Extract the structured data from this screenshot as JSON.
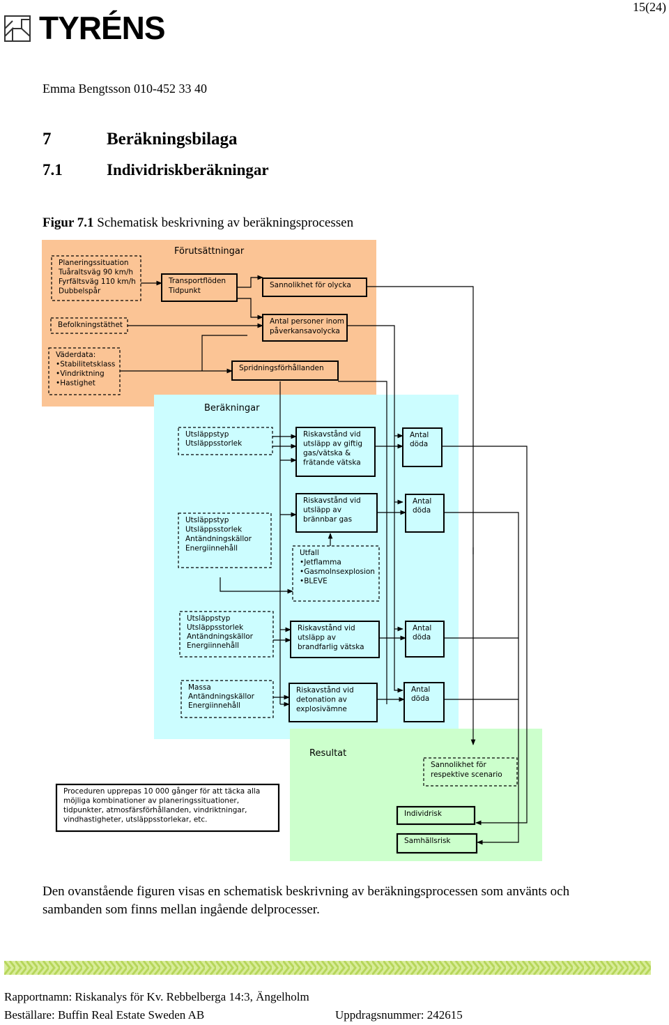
{
  "header": {
    "logo_text": "TYRÉNS",
    "page_number": "15(24)",
    "contact": "Emma Bengtsson 010-452 33 40"
  },
  "headings": {
    "h1_number": "7",
    "h1_title": "Beräkningsbilaga",
    "h2_number": "7.1",
    "h2_title": "Individriskberäkningar"
  },
  "figure": {
    "caption_label": "Figur 7.1",
    "caption_text": " Schematisk beskrivning av beräkningsprocessen",
    "sections": {
      "forutsattningar": "Förutsättningar",
      "berakningar": "Beräkningar",
      "resultat": "Resultat"
    },
    "boxes": {
      "planering": [
        "Planeringssituation",
        "Tuåraltsväg 90 km/h",
        "Fyrfältsväg 110 km/h",
        "Dubbelspår"
      ],
      "transport": [
        "Transportflöden",
        "Tidpunkt"
      ],
      "sannolikhet_olycka": [
        "Sannolikhet för olycka"
      ],
      "befolkning": [
        "Befolkningstäthet"
      ],
      "antal_personer": [
        "Antal personer inom",
        "påverkansavolycka"
      ],
      "vaderdata": [
        "Väderdata:",
        "•Stabilitetsklass",
        "•Vindriktning",
        "•Hastighet"
      ],
      "spridning": [
        "Spridningsförhållanden"
      ],
      "utslapp1": [
        "Utsläppstyp",
        "Utsläppsstorlek"
      ],
      "risk_giftig": [
        "Riskavstånd vid",
        "utsläpp av giftig",
        "gas/vätska &",
        "frätande vätska"
      ],
      "antal1": [
        "Antal",
        "döda"
      ],
      "risk_brannbar": [
        "Riskavstånd vid",
        "utsläpp av",
        "brännbar gas"
      ],
      "antal2": [
        "Antal",
        "döda"
      ],
      "utslapp2": [
        "Utsläppstyp",
        "Utsläppsstorlek",
        "Antändningskällor",
        "Energiinnehåll"
      ],
      "utfall": [
        "Utfall",
        "•Jetflamma",
        "•Gasmolnsexplosion",
        "•BLEVE"
      ],
      "utslapp3": [
        "Utsläppstyp",
        "Utsläppsstorlek",
        "Antändningskällor",
        "Energiinnehåll"
      ],
      "risk_brandfarlig": [
        "Riskavstånd vid",
        "utsläpp av",
        "brandfarlig vätska"
      ],
      "antal3": [
        "Antal",
        "döda"
      ],
      "massa": [
        "Massa",
        "Antändningskällor",
        "Energiinnehåll"
      ],
      "risk_detonation": [
        "Riskavstånd vid",
        "detonation av",
        "explosivämne"
      ],
      "antal4": [
        "Antal",
        "döda"
      ],
      "sannolikhet_scenario": [
        "Sannolikhet för",
        "respektive scenario"
      ],
      "procedur": [
        "Proceduren upprepas 10 000 gånger för att täcka alla",
        "möjliga kombinationer av planeringssituationer,",
        "tidpunkter, atmosfärsförhållanden, vindriktningar,",
        "vindhastigheter, utsläppsstorlekar, etc."
      ],
      "individrisk": [
        "Individrisk"
      ],
      "samhallsrisk": [
        "Samhällsrisk"
      ]
    },
    "colors": {
      "forutsattningar_bg": "#fbc495",
      "berakningar_bg": "#ccfdff",
      "resultat_bg": "#ccffcc"
    }
  },
  "body_text": "Den ovanstående figuren visas en schematisk beskrivning av beräkningsprocessen som använts och sambanden som finns mellan ingående delprocesser.",
  "footer": {
    "rapportnamn": "Rapportnamn: Riskanalys för Kv. Rebbelberga 14:3, Ängelholm",
    "bestallare": "Beställare: Buffin Real Estate Sweden AB",
    "uppdragsnummer": "Uppdragsnummer: 242615"
  }
}
